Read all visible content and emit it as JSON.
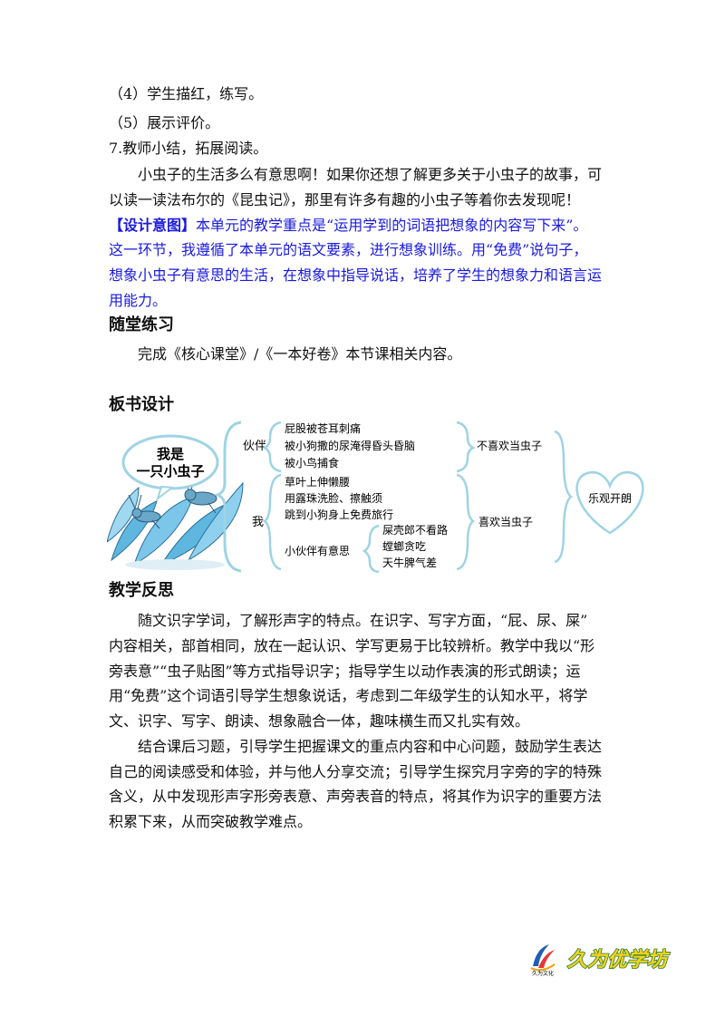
{
  "lines": {
    "step4": "（4）学生描红，练写。",
    "step5": "（5）展示评价。",
    "step7": "7.教师小结，拓展阅读。",
    "para1_l1": "小虫子的生活多么有意思啊！如果你还想了解更多关于小虫子的故事，可",
    "para1_l2": "以读一读法布尔的《昆虫记》，那里有许多有趣的小虫子等着你去发现呢！",
    "intent_tag": "【设计意图】",
    "intent_l1": "本单元的教学重点是“运用学到的词语把想象的内容写下来”。",
    "intent_l2": "这一环节，我遵循了本单元的语文要素，进行想象训练。用“免费”说句子，",
    "intent_l3": "想象小虫子有意思的生活，在想象中指导说话，培养了学生的想象力和语言运",
    "intent_l4": "用能力。"
  },
  "practice": {
    "heading": "随堂练习",
    "text": "完成《核心课堂》/《一本好卷》本节课相关内容。"
  },
  "board": {
    "heading": "板书设计",
    "bubble_l1": "我是",
    "bubble_l2": "一只小虫子",
    "partner_label": "伙伴",
    "partner_items": [
      "屁股被苍耳刺痛",
      "被小狗撒的尿淹得昏头昏脑",
      "被小鸟捕食"
    ],
    "partner_result": "不喜欢当虫子",
    "me_label": "我",
    "me_items": [
      "草叶上伸懒腰",
      "用露珠洗脸、擦触须",
      "跳到小狗身上免费旅行"
    ],
    "friends_label": "小伙伴有意思",
    "friends_items": [
      "屎壳郎不看路",
      "螳螂贪吃",
      "天牛脾气差"
    ],
    "me_result": "喜欢当虫子",
    "heart_text": "乐观开朗"
  },
  "reflection": {
    "heading": "教学反思",
    "p1_l1": "随文识字学词，了解形声字的特点。在识字、写字方面，“屁、尿、屎”",
    "p1_l2": "内容相关，部首相同，放在一起认识、学写更易于比较辨析。教学中我以“形",
    "p1_l3": "旁表意”“虫子贴图”等方式指导识字；指导学生以动作表演的形式朗读；运",
    "p1_l4": "用“免费”这个词语引导学生想象说话，考虑到二年级学生的认知水平，将学",
    "p1_l5": "文、识字、写字、朗读、想象融合一体，趣味横生而又扎实有效。",
    "p2_l1": "结合课后习题，引导学生把握课文的重点内容和中心问题，鼓励学生表达",
    "p2_l2": "自己的阅读感受和体验，并与他人分享交流；引导学生探究月字旁的字的特殊",
    "p2_l3": "含义，从中发现形声字形旁表意、声旁表音的特点，将其作为识字的重要方法",
    "p2_l4": "积累下来，从而突破教学难点。"
  },
  "logo": {
    "company": "久为文化",
    "brand": "久为优学坊"
  },
  "colors": {
    "accent_blue": "#1a1adf",
    "board_teal": "#9fd3e4",
    "leaf_blue": "#5fb7e0",
    "logo_green": "#4caf50",
    "logo_yellow": "#f4d21f"
  }
}
